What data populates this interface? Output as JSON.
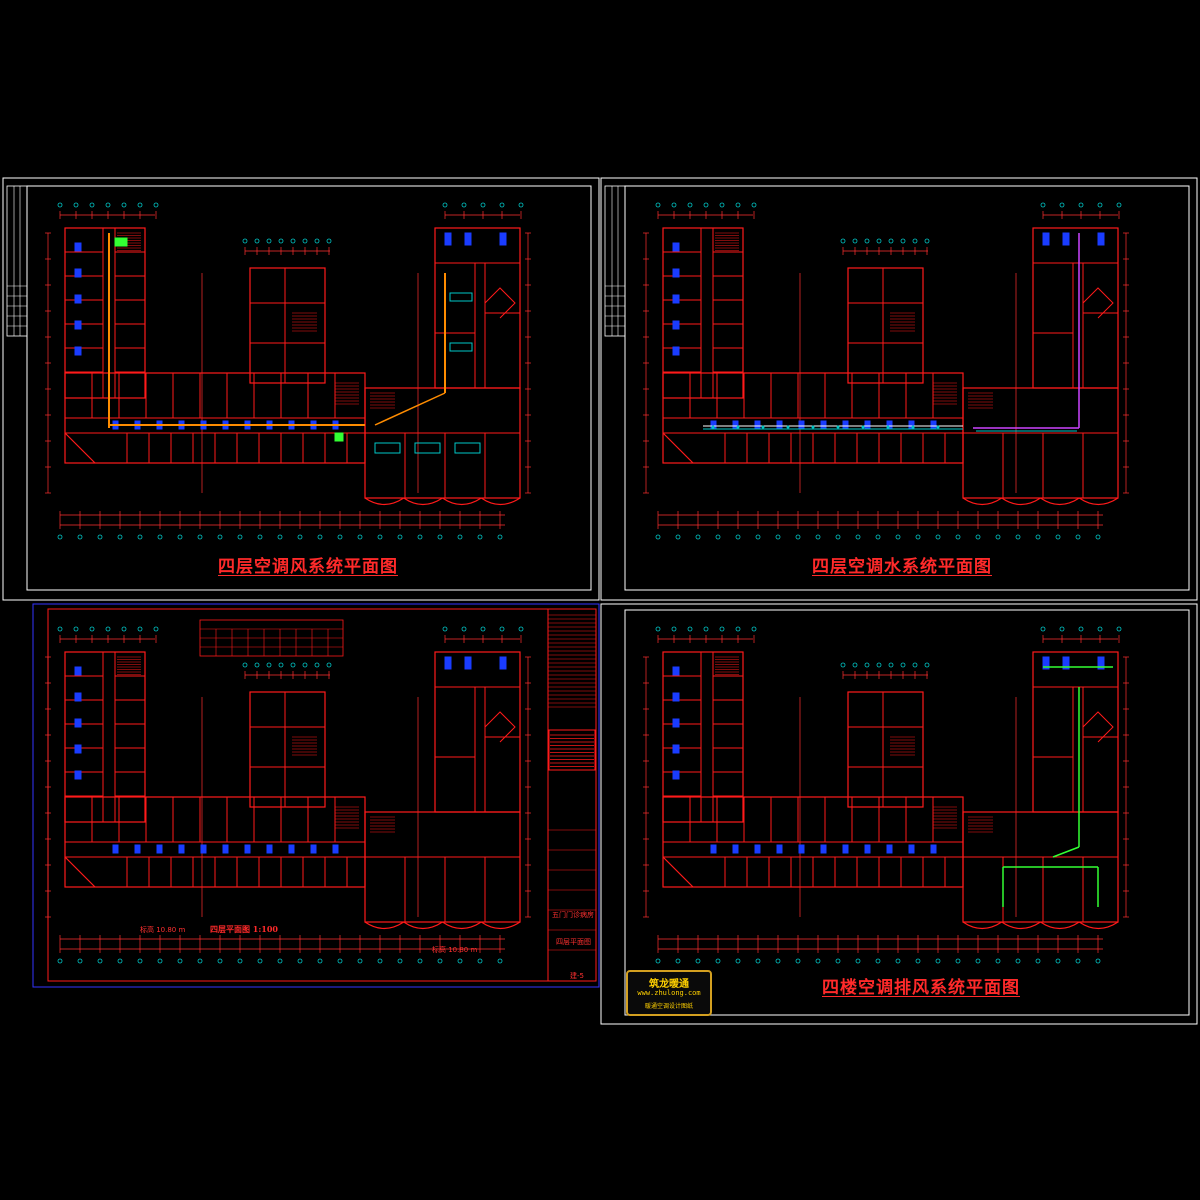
{
  "sheets": [
    {
      "title": "四层空调风系统平面图"
    },
    {
      "title": "四层空调水系统平面图"
    },
    {
      "title": "四层平面图 1:100",
      "elev_left": "标高 10.80 m",
      "elev_right": "标高 10.80 m",
      "titleblock": {
        "project": "五门门诊病房",
        "drawing": "四层平面图",
        "number": "建-5"
      }
    },
    {
      "title": "四楼空调排风系统平面图"
    }
  ],
  "logo": {
    "name": "筑龙暖通",
    "url": "www.zhulong.com",
    "sub": "暖通空调设计图纸"
  },
  "colors": {
    "wall": "#ff1a1a",
    "frame": "#ffffff",
    "grid": "#00c8c8",
    "dim": "#ff3030",
    "duct": "#ff8c00",
    "equipment": "#1a3cff",
    "exhaust": "#33ff33",
    "water": "#cc44ff",
    "title": "#ff2a2a",
    "border3": "#3333ff"
  }
}
